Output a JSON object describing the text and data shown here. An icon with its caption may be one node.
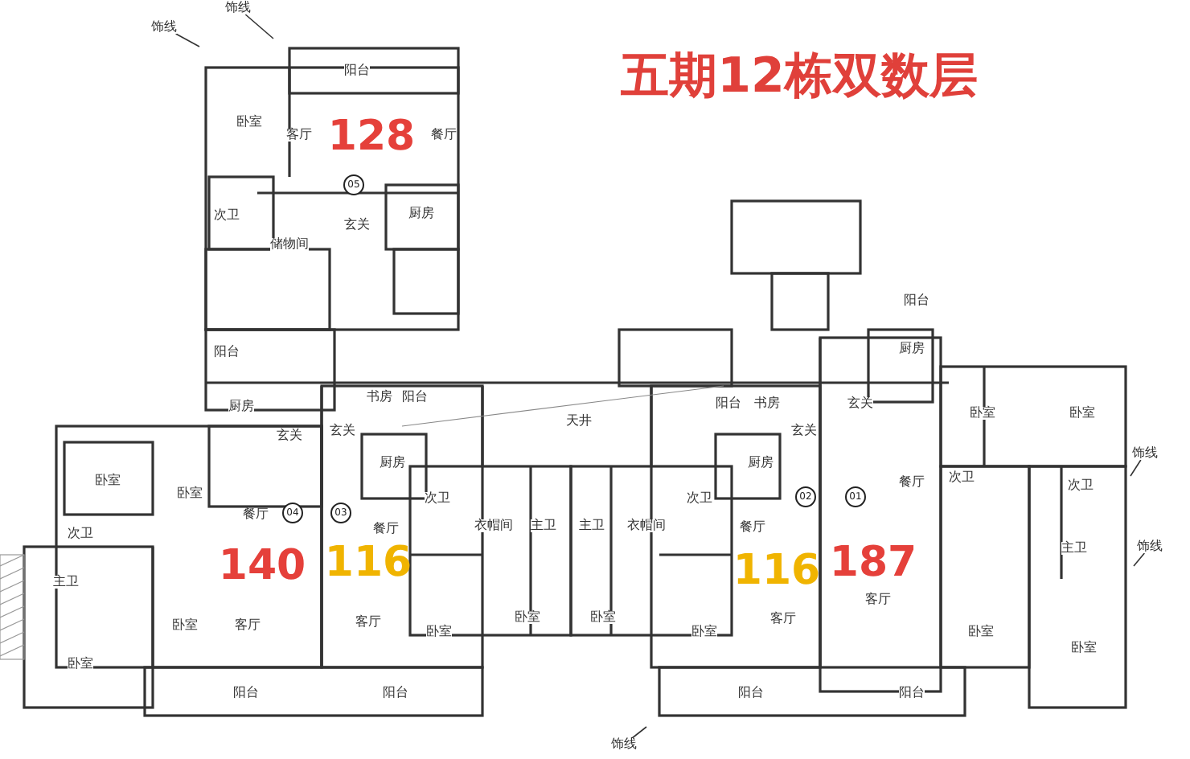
{
  "diagram": {
    "title": "五期12栋双数层",
    "nodes": [
      {
        "text": [
          "饰线"
        ]
      },
      {
        "text": [
          "饰线"
        ]
      },
      {
        "text": [
          "阳台"
        ]
      },
      {
        "text": [
          "卧室"
        ]
      },
      {
        "text": [
          "客厅"
        ]
      },
      {
        "text": [
          "餐厅"
        ]
      },
      {
        "text": [
          "05"
        ]
      },
      {
        "text": [
          "次卫"
        ]
      },
      {
        "text": [
          "玄关"
        ]
      },
      {
        "text": [
          "厨房"
        ]
      },
      {
        "text": [
          "储物间"
        ]
      },
      {
        "text": [
          "阳台"
        ]
      },
      {
        "text": [
          "阳台"
        ]
      },
      {
        "text": [
          "厨房"
        ]
      },
      {
        "text": [
          "书房"
        ]
      },
      {
        "text": [
          "阳台"
        ]
      },
      {
        "text": [
          "阳台"
        ]
      },
      {
        "text": [
          "书房"
        ]
      },
      {
        "text": [
          "玄关"
        ]
      },
      {
        "text": [
          "厨房"
        ]
      },
      {
        "text": [
          "卧室"
        ]
      },
      {
        "text": [
          "卧室"
        ]
      },
      {
        "text": [
          "天井"
        ]
      },
      {
        "text": [
          "玄关"
        ]
      },
      {
        "text": [
          "玄关"
        ]
      },
      {
        "text": [
          "玄关"
        ]
      },
      {
        "text": [
          "饰线"
        ]
      },
      {
        "text": [
          "厨房"
        ]
      },
      {
        "text": [
          "厨房"
        ]
      },
      {
        "text": [
          "卧室"
        ]
      },
      {
        "text": [
          "卧室"
        ]
      },
      {
        "text": [
          "次卫"
        ]
      },
      {
        "text": [
          "次卫"
        ]
      },
      {
        "text": [
          "餐厅"
        ]
      },
      {
        "text": [
          "次卫"
        ]
      },
      {
        "text": [
          "次卫"
        ]
      },
      {
        "text": [
          "02"
        ]
      },
      {
        "text": [
          "01"
        ]
      },
      {
        "text": [
          "04"
        ]
      },
      {
        "text": [
          "03"
        ]
      },
      {
        "text": [
          "餐厅"
        ]
      },
      {
        "text": [
          "餐厅"
        ]
      },
      {
        "text": [
          "衣帽间"
        ]
      },
      {
        "text": [
          "主卫"
        ]
      },
      {
        "text": [
          "主卫"
        ]
      },
      {
        "text": [
          "衣帽间"
        ]
      },
      {
        "text": [
          "餐厅"
        ]
      },
      {
        "text": [
          "次卫"
        ]
      },
      {
        "text": [
          "饰线"
        ]
      },
      {
        "text": [
          "主卫"
        ]
      },
      {
        "text": [
          "主卫"
        ]
      },
      {
        "text": [
          "客厅"
        ]
      },
      {
        "text": [
          "卧室"
        ]
      },
      {
        "text": [
          "卧室"
        ]
      },
      {
        "text": [
          "客厅"
        ]
      },
      {
        "text": [
          "卧室"
        ]
      },
      {
        "text": [
          "客厅"
        ]
      },
      {
        "text": [
          "客厅"
        ]
      },
      {
        "text": [
          "卧室"
        ]
      },
      {
        "text": [
          "卧室"
        ]
      },
      {
        "text": [
          "卧室"
        ]
      },
      {
        "text": [
          "卧室"
        ]
      },
      {
        "text": [
          "卧室"
        ]
      },
      {
        "text": [
          "阳台"
        ]
      },
      {
        "text": [
          "阳台"
        ]
      },
      {
        "text": [
          "阳台"
        ]
      },
      {
        "text": [
          "阳台"
        ]
      },
      {
        "text": [
          "饰线"
        ]
      }
    ],
    "edges": [
      {
        "from": 0,
        "to": null,
        "arrow": "none"
      },
      {
        "from": 1,
        "to": null,
        "arrow": "none"
      },
      {
        "from": 26,
        "to": null,
        "arrow": "none"
      },
      {
        "from": 48,
        "to": null,
        "arrow": "none"
      },
      {
        "from": 67,
        "to": null,
        "arrow": "none"
      }
    ],
    "labels": [
      "128",
      "140",
      "116",
      "116",
      "187"
    ]
  }
}
